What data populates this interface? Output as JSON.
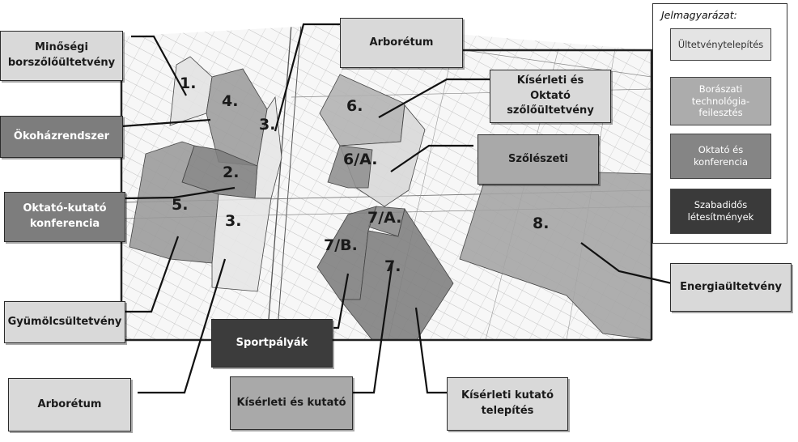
{
  "map": {
    "zones": [
      {
        "id": "1",
        "label": "1.",
        "fill": "#e2e2e2"
      },
      {
        "id": "4",
        "label": "4.",
        "fill": "#9c9c9c"
      },
      {
        "id": "3-top",
        "label": "3.",
        "fill": "#e6e6e6"
      },
      {
        "id": "2",
        "label": "2.",
        "fill": "#7e7e7e"
      },
      {
        "id": "5",
        "label": "5.",
        "fill": "#9a9a9a"
      },
      {
        "id": "3-bottom",
        "label": "3.",
        "fill": "#e6e6e6"
      },
      {
        "id": "6",
        "label": "6.",
        "fill": "#b2b2b2"
      },
      {
        "id": "6a",
        "label": "6/A.",
        "fill": "#8f8f8f"
      },
      {
        "id": "6-light",
        "label": "",
        "fill": "#d8d8d8"
      },
      {
        "id": "7a",
        "label": "7/A.",
        "fill": "#8a8a8a"
      },
      {
        "id": "7b",
        "label": "7/B.",
        "fill": "#7d7d7d"
      },
      {
        "id": "7",
        "label": "7.",
        "fill": "#7d7d7d"
      },
      {
        "id": "8",
        "label": "8.",
        "fill": "#a4a4a4"
      }
    ],
    "callouts": {
      "minosegi": "Minőségi borszőlőültetvény",
      "okohaz": "Ökoházrendszer",
      "oktato_kutato": "Oktató-kutató konferencia",
      "gyumolcs": "Gyümölcsültetvény",
      "arboretum_top": "Arborétum",
      "arboretum_bottom": "Arborétum",
      "kiserleti_oktato": "Kísérleti és Oktató szőlőültetvény",
      "szoleszeti": "Szőlészeti",
      "sportpalyak": "Sportpályák",
      "kiserleti_kutato": "Kísérleti és kutató",
      "kiserleti_kutato_telepites": "Kísérleti kutató telepítés",
      "energia": "Energiaültetvény"
    }
  },
  "legend": {
    "title": "Jelmagyarázat:",
    "items": [
      {
        "label": "Ültetvénytelepítés",
        "color": "#e4e4e4"
      },
      {
        "label": "Borászati technológia-feilesztés",
        "color": "#acacac"
      },
      {
        "label": "Oktató és konferencia",
        "color": "#858585"
      },
      {
        "label": "Szabadidős létesítmények",
        "color": "#3a3a3a"
      }
    ]
  }
}
